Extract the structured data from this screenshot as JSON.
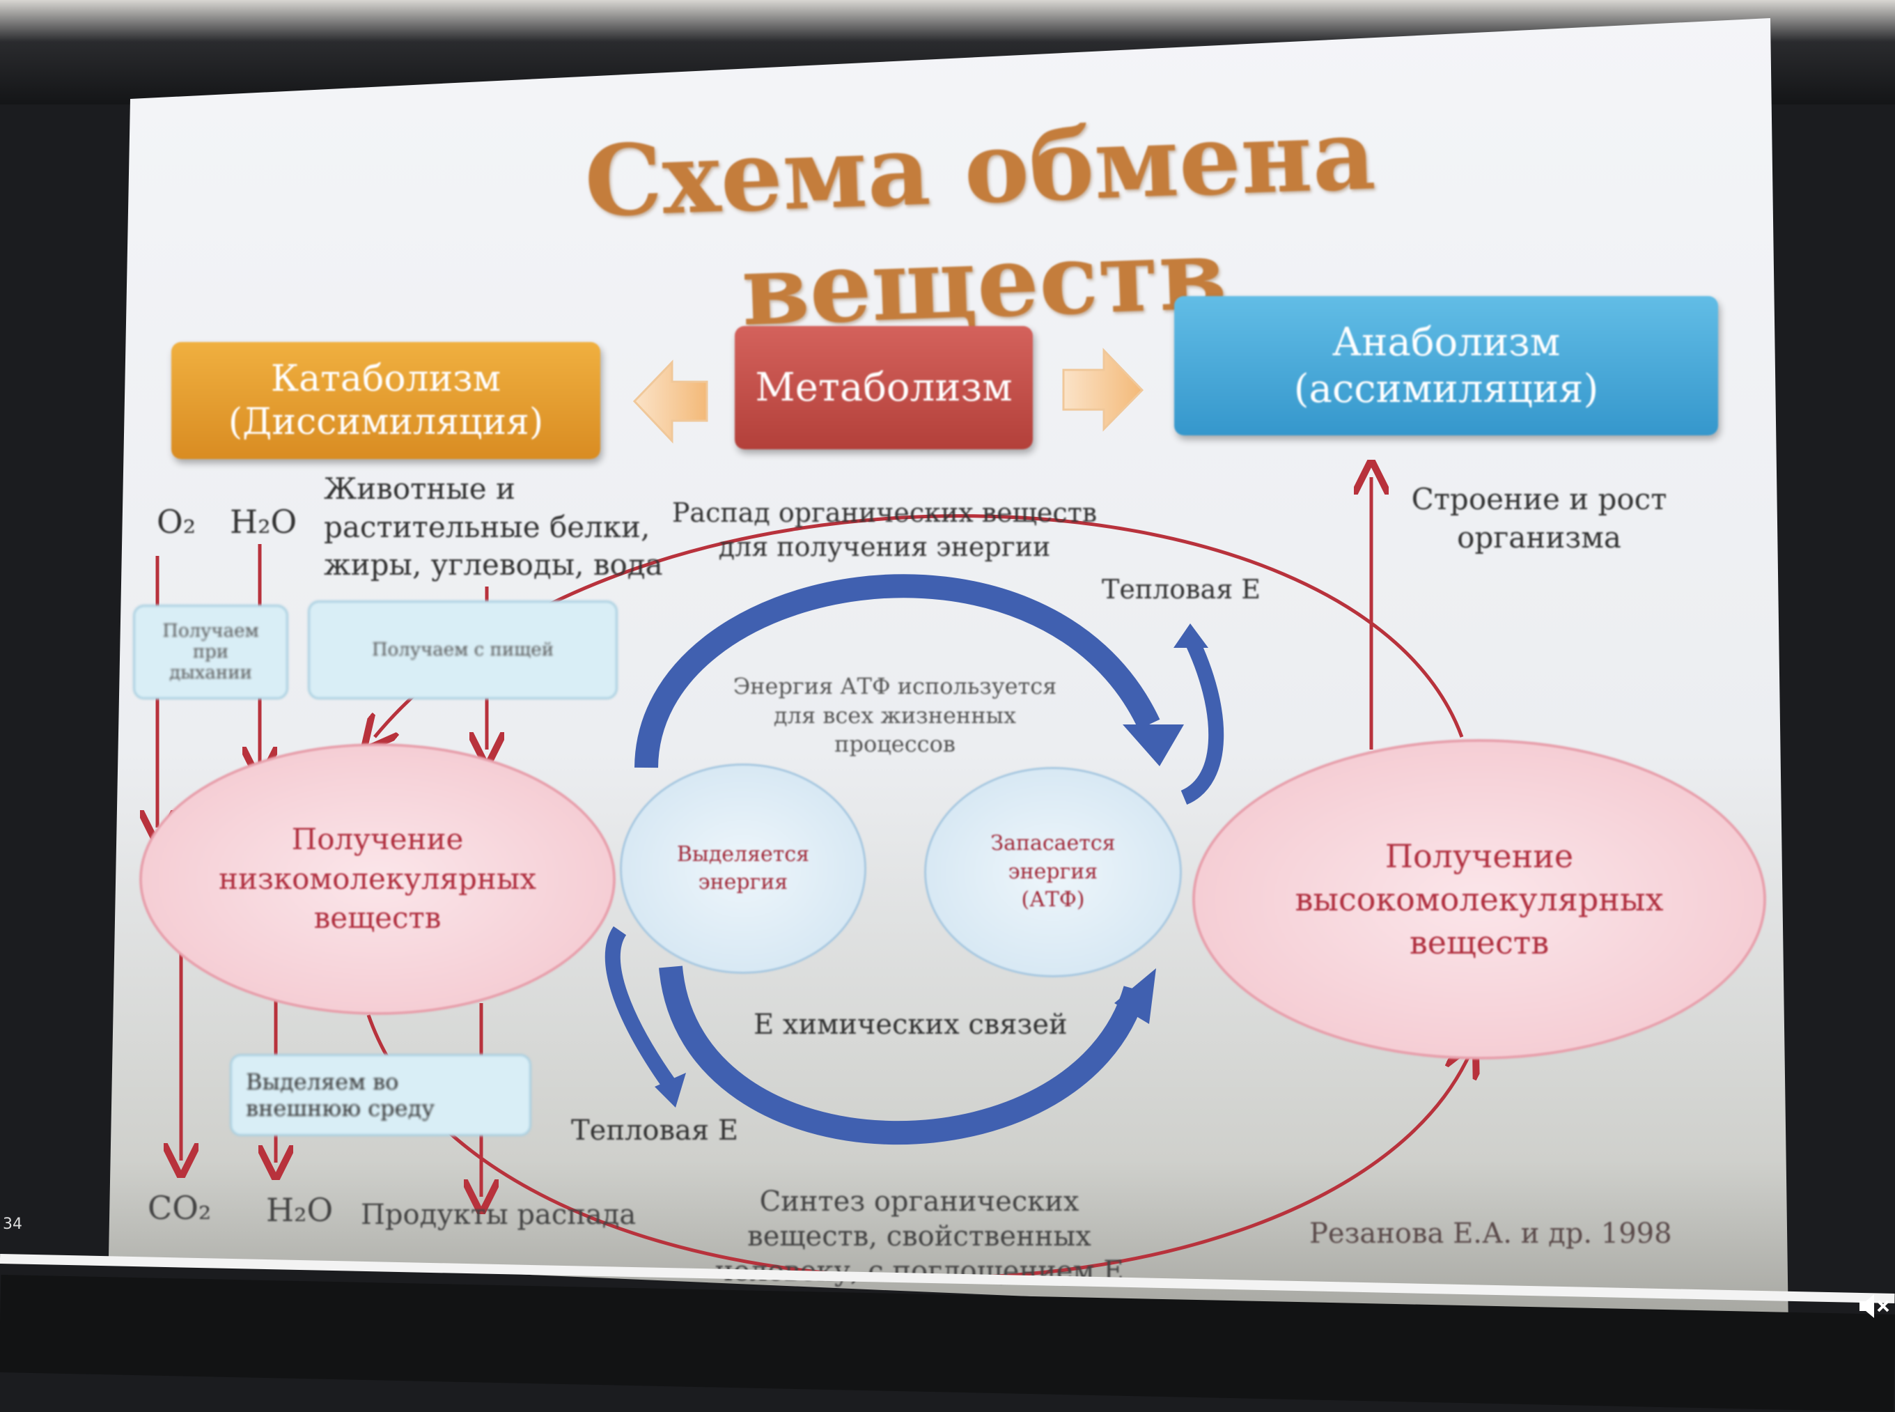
{
  "slide": {
    "title": "Схема обмена веществ",
    "catabolism": {
      "line1": "Катаболизм",
      "line2": "(Диссимиляция)"
    },
    "metabolism": "Метаболизм",
    "anabolism": {
      "line1": "Анаболизм",
      "line2": "(ассимиляция)"
    },
    "inputs": {
      "o2": "O₂",
      "h2o": "H₂O",
      "food": [
        "Животные и",
        "растительные белки,",
        "жиры, углеводы, вода"
      ]
    },
    "decay_text": [
      "Распад органических веществ",
      "для получения энергии"
    ],
    "growth_text": [
      "Строение и рост",
      "организма"
    ],
    "heat_top": "Тепловая Е",
    "box_breath": [
      "Получаем",
      "при",
      "дыхании"
    ],
    "box_food": "Получаем с пищей",
    "atp_text": [
      "Энергия АТФ используется",
      "для всех жизненных",
      "процессов"
    ],
    "low_molecular": [
      "Получение",
      "низкомолекулярных",
      "веществ"
    ],
    "energy_released": [
      "Выделяется",
      "энергия"
    ],
    "energy_stored": [
      "Запасается",
      "энергия",
      "(АТФ)"
    ],
    "high_molecular": [
      "Получение",
      "высокомолекулярных",
      "веществ"
    ],
    "chemical_bonds": "Е химических связей",
    "heat_bottom": "Тепловая Е",
    "box_excrete": [
      "Выделяем во",
      "внешнюю среду"
    ],
    "outputs": {
      "co2": "CO₂",
      "h2o": "H₂O",
      "products": "Продукты распада"
    },
    "synthesis_text": [
      "Синтез органических",
      "веществ, свойственных",
      "человеку, с поглощением Е"
    ],
    "citation": "Резанова Е.А. и др. 1998",
    "colors": {
      "catabolism": "#e29a2c",
      "metabolism": "#c0504d",
      "anabolism": "#4aa8d8",
      "arrow_blue": "#3f63b0",
      "arrow_red": "#b8323c"
    }
  },
  "player": {
    "slide_counter": "34",
    "mute_icon": "speaker-muted-icon"
  }
}
